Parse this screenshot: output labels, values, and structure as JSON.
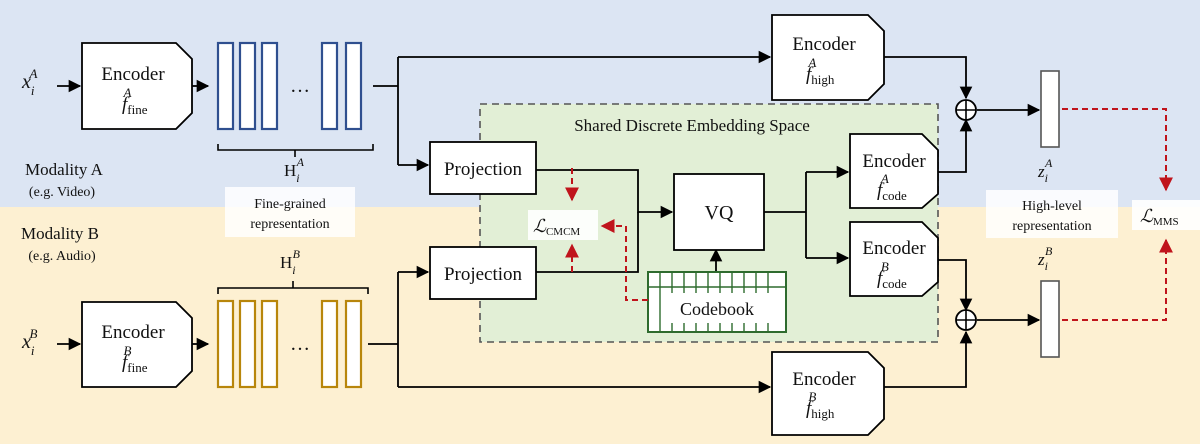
{
  "colors": {
    "modality_a_band": "#dce5f3",
    "modality_b_band": "#fdf0d2",
    "shared_space_fill": "#e2efd6",
    "shared_space_border": "#555555",
    "feature_a_stroke": "#2f4f8f",
    "feature_b_stroke": "#b8860b",
    "codebook_stroke": "#2e6b2e",
    "loss_arrow": "#c0141c",
    "line": "#000000"
  },
  "modality_a": {
    "title": "Modality A",
    "example": "(e.g. Video)"
  },
  "modality_b": {
    "title": "Modality B",
    "example": "(e.g. Audio)"
  },
  "inputs": {
    "a": {
      "base": "x",
      "sub": "i",
      "sup": "A"
    },
    "b": {
      "base": "x",
      "sub": "i",
      "sup": "B"
    }
  },
  "encoders": {
    "fine_a": {
      "label": "Encoder",
      "fn": "f",
      "sub": "fine",
      "sup": "A"
    },
    "fine_b": {
      "label": "Encoder",
      "fn": "f",
      "sub": "fine",
      "sup": "B"
    },
    "high_a": {
      "label": "Encoder",
      "fn": "f",
      "sub": "high",
      "sup": "A"
    },
    "high_b": {
      "label": "Encoder",
      "fn": "f",
      "sub": "high",
      "sup": "B"
    },
    "code_a": {
      "label": "Encoder",
      "fn": "f",
      "sub": "code",
      "sup": "A"
    },
    "code_b": {
      "label": "Encoder",
      "fn": "f",
      "sub": "code",
      "sup": "B"
    }
  },
  "features": {
    "ellipsis": "…",
    "a_label": {
      "base": "H",
      "sub": "i",
      "sup": "A"
    },
    "b_label": {
      "base": "H",
      "sub": "i",
      "sup": "B"
    }
  },
  "fine_grained": {
    "line1": "Fine-grained",
    "line2": "representation"
  },
  "high_level": {
    "line1": "High-level",
    "line2": "representation"
  },
  "shared_space": {
    "title": "Shared Discrete Embedding Space"
  },
  "projection_a": "Projection",
  "projection_b": "Projection",
  "vq": "VQ",
  "codebook": "Codebook",
  "loss_cmcm": {
    "symbol": "ℒ",
    "sub": "CMCM"
  },
  "loss_mms": {
    "symbol": "ℒ",
    "sub": "MMS"
  },
  "z_a": {
    "base": "z",
    "sub": "i",
    "sup": "A"
  },
  "z_b": {
    "base": "z",
    "sub": "i",
    "sup": "B"
  },
  "sum_symbol": "+"
}
